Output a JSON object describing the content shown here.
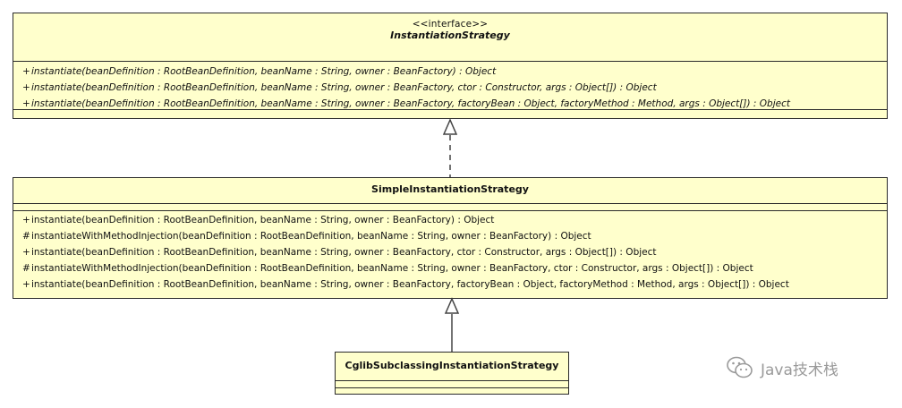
{
  "interface_class": {
    "stereotype": "<<interface>>",
    "name": "InstantiationStrategy",
    "methods": [
      {
        "vis": "+",
        "sig": "instantiate(beanDefinition : RootBeanDefinition, beanName : String, owner : BeanFactory) : Object"
      },
      {
        "vis": "+",
        "sig": "instantiate(beanDefinition : RootBeanDefinition, beanName : String, owner : BeanFactory, ctor : Constructor, args : Object[]) : Object"
      },
      {
        "vis": "+",
        "sig": "instantiate(beanDefinition : RootBeanDefinition, beanName : String, owner : BeanFactory, factoryBean : Object, factoryMethod : Method, args : Object[]) : Object"
      }
    ]
  },
  "simple_class": {
    "name": "SimpleInstantiationStrategy",
    "methods": [
      {
        "vis": "+",
        "sig": "instantiate(beanDefinition : RootBeanDefinition, beanName : String, owner : BeanFactory) : Object"
      },
      {
        "vis": "#",
        "sig": "instantiateWithMethodInjection(beanDefinition : RootBeanDefinition, beanName : String, owner : BeanFactory) : Object"
      },
      {
        "vis": "+",
        "sig": "instantiate(beanDefinition : RootBeanDefinition, beanName : String, owner : BeanFactory, ctor : Constructor, args : Object[]) : Object"
      },
      {
        "vis": "#",
        "sig": "instantiateWithMethodInjection(beanDefinition : RootBeanDefinition, beanName : String, owner : BeanFactory, ctor : Constructor, args : Object[]) : Object"
      },
      {
        "vis": "+",
        "sig": "instantiate(beanDefinition : RootBeanDefinition, beanName : String, owner : BeanFactory, factoryBean : Object, factoryMethod : Method, args : Object[]) : Object"
      }
    ]
  },
  "cglib_class": {
    "name": "CglibSubclassingInstantiationStrategy"
  },
  "watermark": {
    "text": "Java技术栈",
    "icon": "wechat-icon"
  },
  "colors": {
    "class_fill": "#ffffcc",
    "border": "#2a2a2a",
    "watermark": "#9a9a9a"
  }
}
